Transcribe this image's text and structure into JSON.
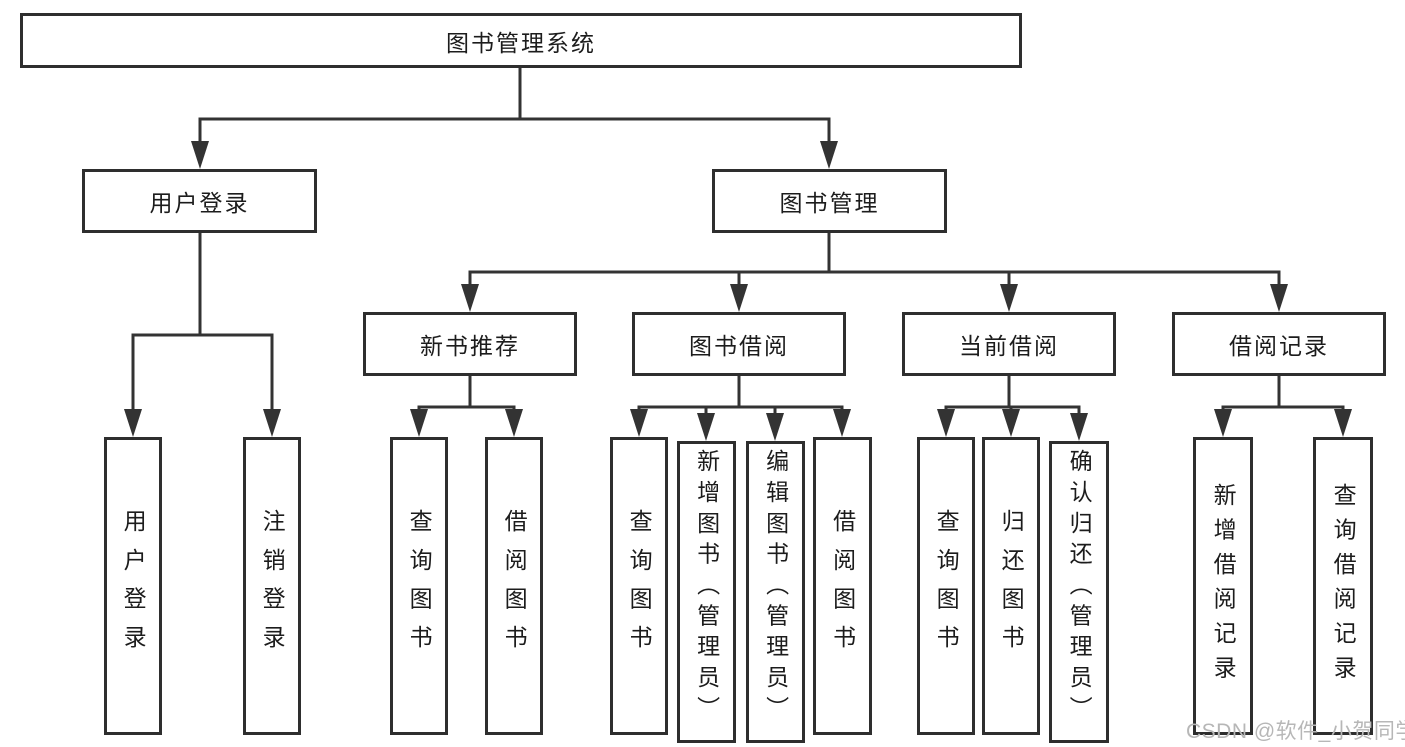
{
  "tree": {
    "label": "图书管理系统",
    "children": [
      {
        "label": "用户登录",
        "children": [
          {
            "label": "用户登录"
          },
          {
            "label": "注销登录"
          }
        ]
      },
      {
        "label": "图书管理",
        "children": [
          {
            "label": "新书推荐",
            "children": [
              {
                "label": "查询图书"
              },
              {
                "label": "借阅图书"
              }
            ]
          },
          {
            "label": "图书借阅",
            "children": [
              {
                "label": "查询图书"
              },
              {
                "label": "新增图书（管理员）"
              },
              {
                "label": "编辑图书（管理员）"
              },
              {
                "label": "借阅图书"
              }
            ]
          },
          {
            "label": "当前借阅",
            "children": [
              {
                "label": "查询图书"
              },
              {
                "label": "归还图书"
              },
              {
                "label": "确认归还（管理员）"
              }
            ]
          },
          {
            "label": "借阅记录",
            "children": [
              {
                "label": "新增借阅记录"
              },
              {
                "label": "查询借阅记录"
              }
            ]
          }
        ]
      }
    ]
  },
  "watermark": {
    "text": "CSDN @软件_小贺同学"
  },
  "colors": {
    "background": "#ffffff",
    "box_border": "#2e2e2e",
    "line": "#333333",
    "text": "#1c1c1c",
    "watermark_text": "#b7b7b7"
  }
}
